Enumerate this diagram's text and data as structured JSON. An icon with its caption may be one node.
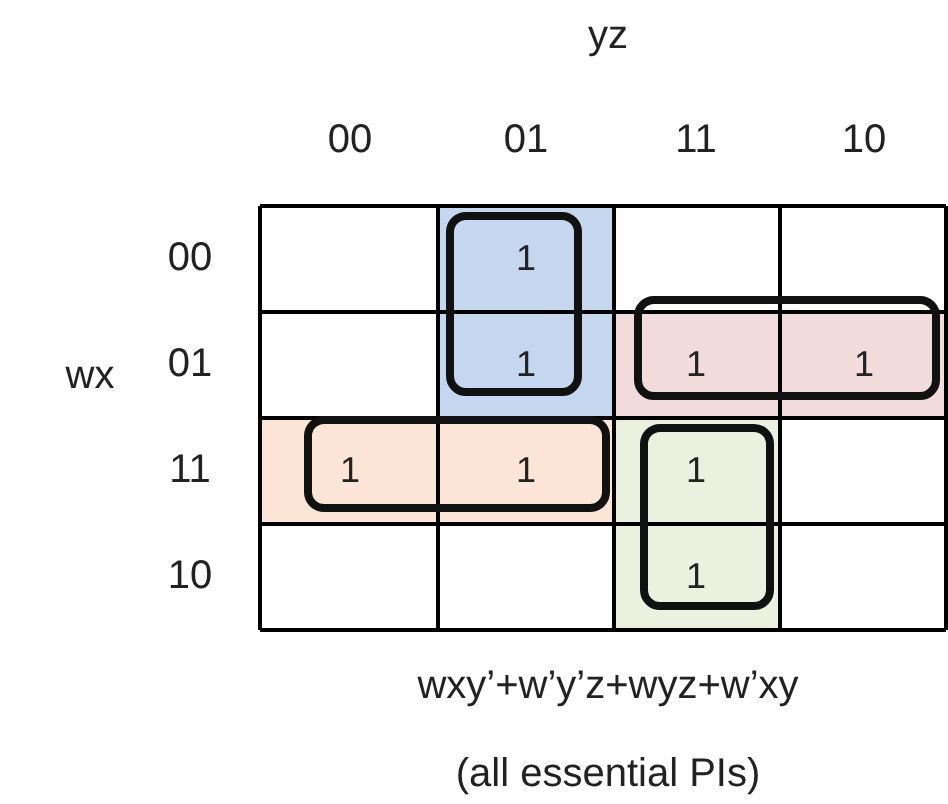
{
  "diagram": {
    "nodes": [
      {
        "text": [
          "1",
          "1"
        ]
      },
      {
        "text": [
          "1",
          "1"
        ]
      },
      {
        "text": [
          "1",
          "1"
        ]
      },
      {
        "text": [
          "1",
          "1"
        ]
      }
    ],
    "labels": [
      "yz",
      "00",
      "01",
      "11",
      "10",
      "00",
      "01",
      "wx",
      "11",
      "10",
      "wxy’+w’y’z+wyz+w’xy",
      "(all essential PIs)"
    ]
  }
}
